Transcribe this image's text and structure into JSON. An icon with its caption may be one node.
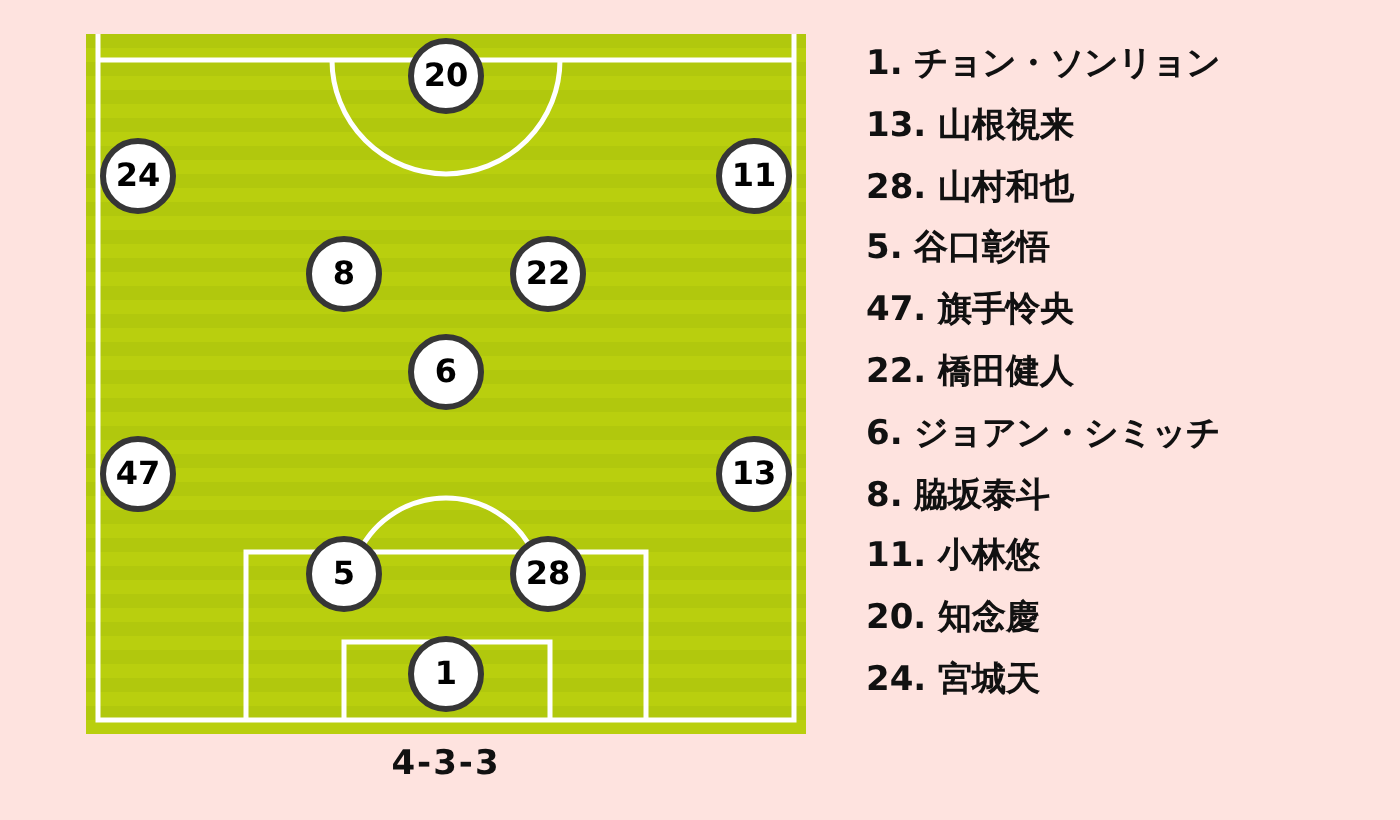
{
  "diagram": {
    "caption": "4-3-3",
    "nodes": [
      {
        "text": [
          "20"
        ]
      },
      {
        "text": [
          "24"
        ]
      },
      {
        "text": [
          "11"
        ]
      },
      {
        "text": [
          "8"
        ]
      },
      {
        "text": [
          "22"
        ]
      },
      {
        "text": [
          "6"
        ]
      },
      {
        "text": [
          "47"
        ]
      },
      {
        "text": [
          "13"
        ]
      },
      {
        "text": [
          "5"
        ]
      },
      {
        "text": [
          "28"
        ]
      },
      {
        "text": [
          "1"
        ]
      }
    ],
    "edges": [],
    "labels": [
      "1. チョン・ソンリョン",
      "13. 山根視来",
      "28. 山村和也",
      "5. 谷口彰悟",
      "47. 旗手怜央",
      "22. 橋田健人",
      "6. ジョアン・シミッチ",
      "8. 脇坂泰斗",
      "11. 小林悠",
      "20. 知念慶",
      "24. 宮城天"
    ]
  }
}
